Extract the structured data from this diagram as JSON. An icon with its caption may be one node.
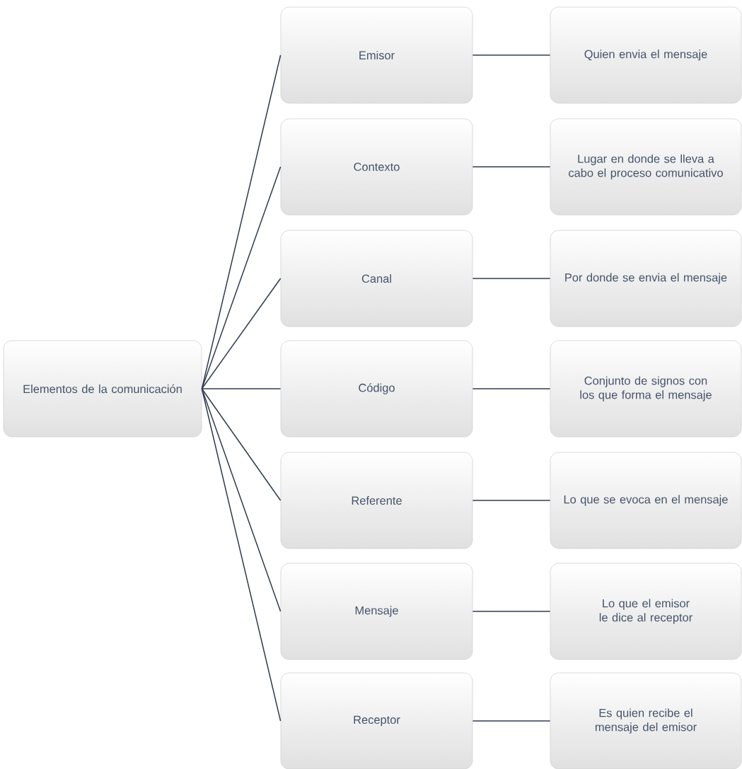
{
  "diagram": {
    "nodes": [
      {
        "text": [
          "Elementos de la comunicación"
        ]
      },
      {
        "text": [
          "Emisor"
        ]
      },
      {
        "text": [
          "Quien envia el mensaje"
        ]
      },
      {
        "text": [
          "Contexto"
        ]
      },
      {
        "text": [
          "Lugar en donde se lleva a cabo el proceso comunicativo"
        ]
      },
      {
        "text": [
          "Canal"
        ]
      },
      {
        "text": [
          "Por donde se envia el mensaje"
        ]
      },
      {
        "text": [
          "Código"
        ]
      },
      {
        "text": [
          "Conjunto de signos con los que forma el mensaje"
        ]
      },
      {
        "text": [
          "Referente"
        ]
      },
      {
        "text": [
          "Lo que se evoca en el mensaje"
        ]
      },
      {
        "text": [
          "Mensaje"
        ]
      },
      {
        "text": [
          "Lo que el emisor le dice al receptor"
        ]
      },
      {
        "text": [
          "Receptor"
        ]
      },
      {
        "text": [
          "Es quien recibe el mensaje del emisor"
        ]
      }
    ],
    "edges": [
      {
        "from": 0,
        "to": 1,
        "arrow": "none"
      },
      {
        "from": 1,
        "to": 2,
        "arrow": "none"
      },
      {
        "from": 0,
        "to": 3,
        "arrow": "none"
      },
      {
        "from": 3,
        "to": 4,
        "arrow": "none"
      },
      {
        "from": 0,
        "to": 5,
        "arrow": "none"
      },
      {
        "from": 5,
        "to": 6,
        "arrow": "none"
      },
      {
        "from": 0,
        "to": 7,
        "arrow": "none"
      },
      {
        "from": 7,
        "to": 8,
        "arrow": "none"
      },
      {
        "from": 0,
        "to": 9,
        "arrow": "none"
      },
      {
        "from": 9,
        "to": 10,
        "arrow": "none"
      },
      {
        "from": 0,
        "to": 11,
        "arrow": "none"
      },
      {
        "from": 11,
        "to": 12,
        "arrow": "none"
      },
      {
        "from": 0,
        "to": 13,
        "arrow": "none"
      },
      {
        "from": 13,
        "to": 14,
        "arrow": "none"
      }
    ]
  }
}
